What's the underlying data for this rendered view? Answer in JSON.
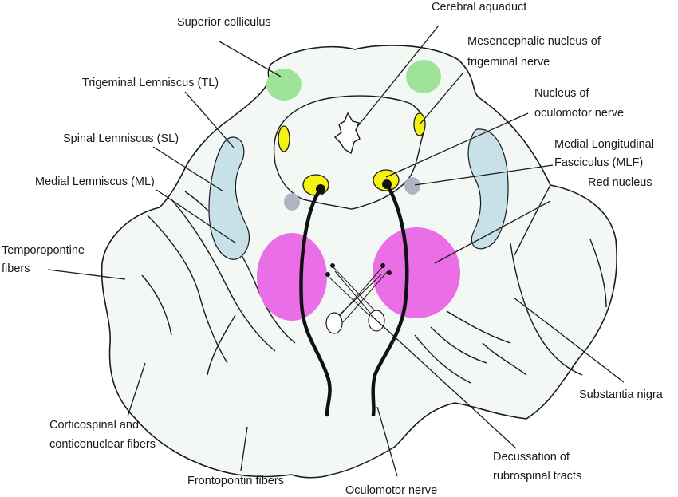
{
  "colors": {
    "midbrain_fill": "#f4f8f5",
    "superior_colliculus": "#9fe39a",
    "nucleus_yellow": "#f3f212",
    "lemniscus_blue": "#c8e0e8",
    "red_nucleus": "#ea6ee6",
    "mlf_grey": "#b3b3c6",
    "aqueduct": "#ffffff"
  },
  "labels": {
    "superior_colliculus": "Superior colliculus",
    "cerebral_aquaduct": "Cerebral aquaduct",
    "mesencephalic_line1": "Mesencephalic nucleus of",
    "mesencephalic_line2": "trigeminal nerve",
    "trigeminal_lemniscus": "Trigeminal Lemniscus (TL)",
    "oculomotor_nucleus_line1": "Nucleus of",
    "oculomotor_nucleus_line2": "oculomotor nerve",
    "spinal_lemniscus": "Spinal Lemniscus (SL)",
    "mlf_line1": "Medial Longitudinal",
    "mlf_line2": "Fasciculus (MLF)",
    "medial_lemniscus": "Medial Lemniscus (ML)",
    "red_nucleus": "Red nucleus",
    "temporopontine_line1": "Temporopontine",
    "temporopontine_line2": "fibers",
    "substantia_nigra": "Substantia nigra",
    "corticospinal_line1": "Corticospinal and",
    "corticospinal_line2": "conticonuclear fibers",
    "decussation_line1": "Decussation of",
    "decussation_line2": "rubrospinal tracts",
    "frontopontin": "Frontopontin fibers",
    "oculomotor_nerve": "Oculomotor nerve"
  }
}
